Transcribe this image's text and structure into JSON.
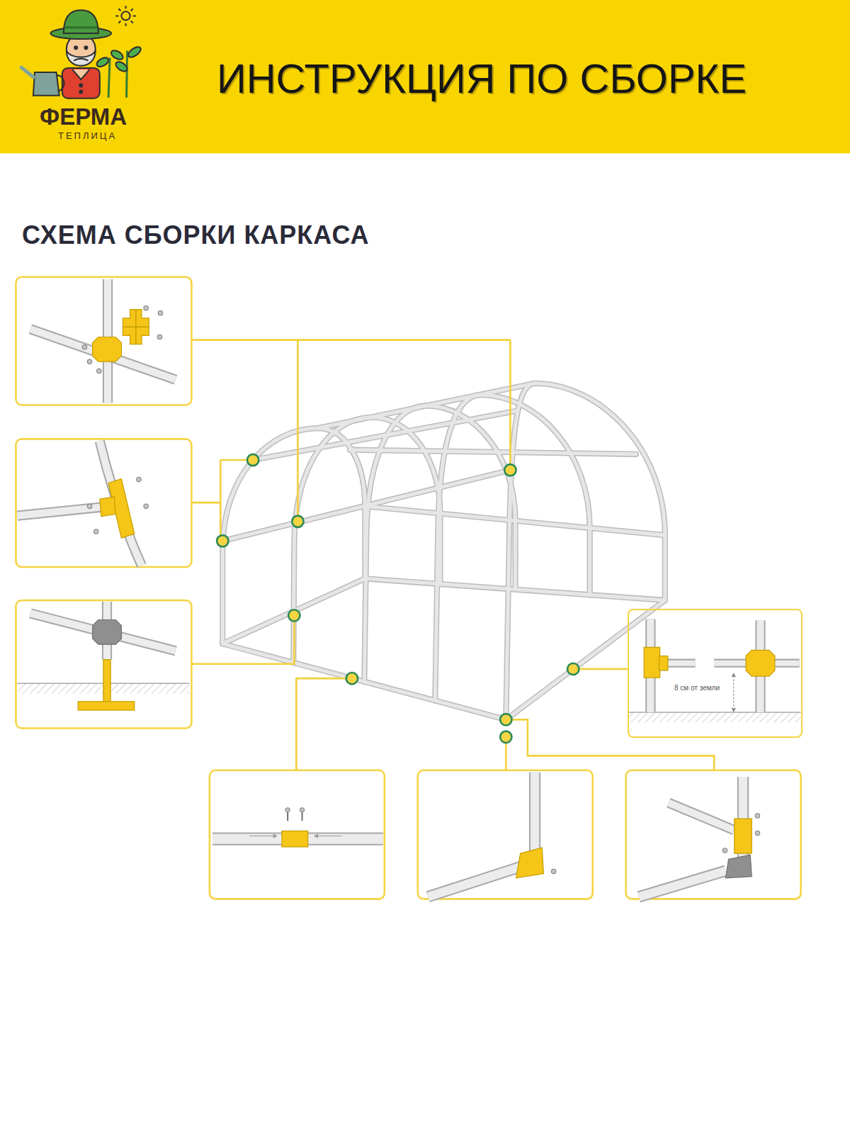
{
  "diagram": {
    "title": "ИНСТРУКЦИЯ ПО СБОРКЕ",
    "nodes": [
      {
        "text": [
          "8 см от земли"
        ]
      }
    ],
    "labels": [
      "ФЕРМА",
      "ТЕПЛИЦА",
      "СХЕМА СБОРКИ КАРКАСА"
    ]
  }
}
